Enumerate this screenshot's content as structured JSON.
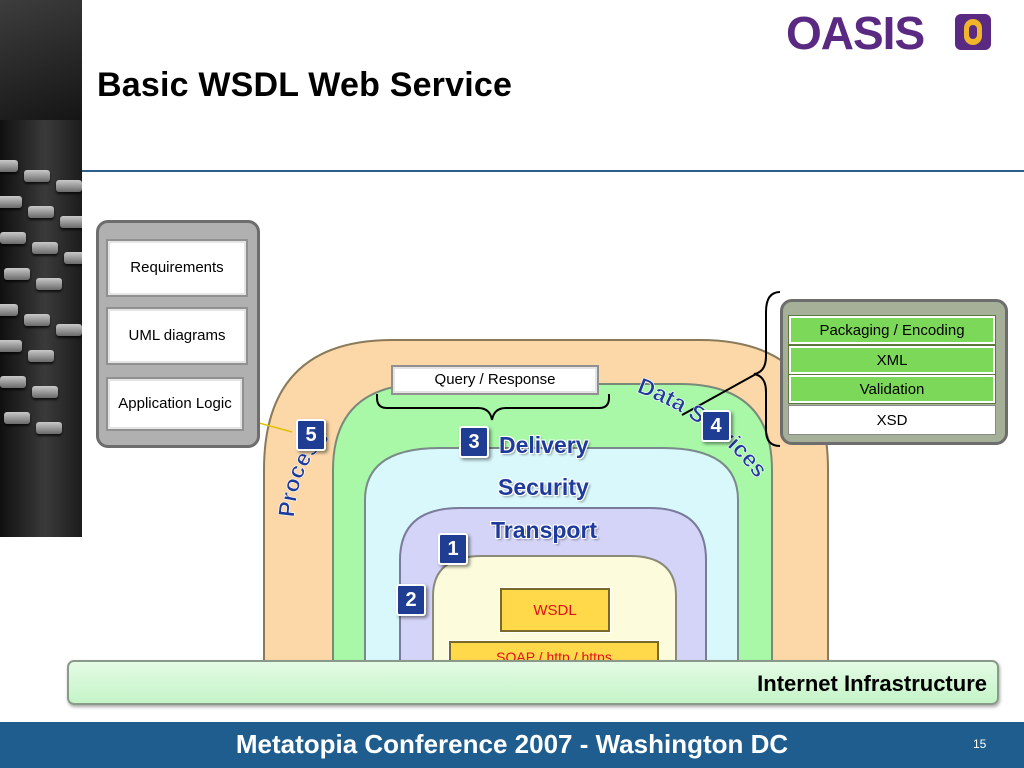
{
  "title": "Basic WSDL Web Service",
  "logo": {
    "text": "OASIS",
    "color": "#5a2a82",
    "accent": "#f0b528"
  },
  "left_panel": {
    "cards": [
      "Requirements",
      "UML diagrams",
      "Application Logic"
    ]
  },
  "right_panel": {
    "items": [
      {
        "label": "Packaging / Encoding",
        "style": "green"
      },
      {
        "label": "XML",
        "style": "green"
      },
      {
        "label": "Validation",
        "style": "green"
      },
      {
        "label": "XSD",
        "style": "white"
      }
    ]
  },
  "query_box": "Query / Response",
  "layers": {
    "process": "Process",
    "data_services": "Data Services",
    "delivery": "Delivery",
    "security": "Security",
    "transport": "Transport"
  },
  "badges": {
    "b1": "1",
    "b2": "2",
    "b3": "3",
    "b4": "4",
    "b5": "5"
  },
  "wsdl_box": "WSDL",
  "soap_box": "SOAP / http / https",
  "infrastructure": "Internet Infrastructure",
  "footer": {
    "text": "Metatopia Conference 2007 - Washington DC",
    "page": "15"
  },
  "colors": {
    "process_layer": "#fcd8a8",
    "delivery_layer": "#a8f8a8",
    "security_layer": "#d8f8fc",
    "transport_layer": "#d4d4f8",
    "core": "#fcfcdc",
    "label_blue": "#1e3a9a",
    "badge_blue": "#1f3d93",
    "footer_blue": "#1e5d8e"
  }
}
